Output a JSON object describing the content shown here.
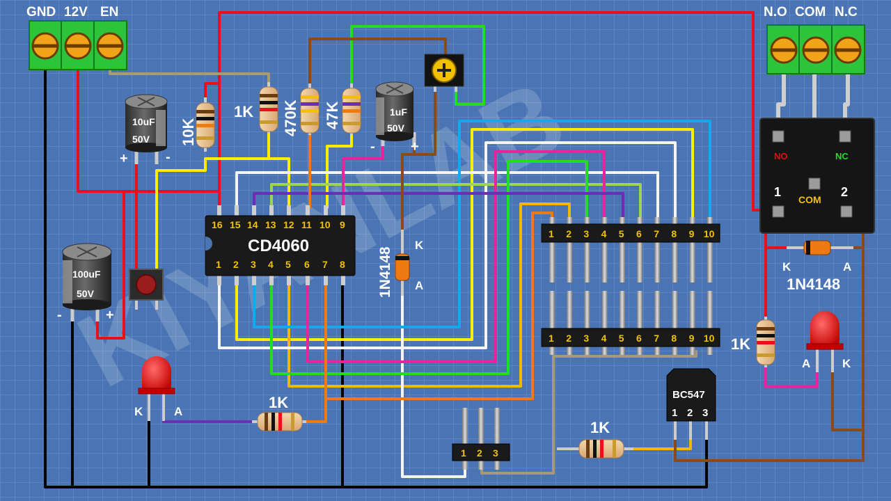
{
  "watermark": "KIYANLAB",
  "power_terminal": {
    "labels": [
      "GND",
      "12V",
      "EN"
    ]
  },
  "relay_terminal": {
    "labels": [
      "N.O",
      "COM",
      "N.C"
    ]
  },
  "relay": {
    "no": "NO",
    "com": "COM",
    "nc": "NC",
    "pin1": "1",
    "pin2": "2"
  },
  "ic": {
    "name": "CD4060",
    "top_pins": [
      "16",
      "15",
      "14",
      "13",
      "12",
      "11",
      "10",
      "9"
    ],
    "bottom_pins": [
      "1",
      "2",
      "3",
      "4",
      "5",
      "6",
      "7",
      "8"
    ]
  },
  "cap_10uf": {
    "value": "10uF",
    "voltage": "50V",
    "plus": "+",
    "minus": "-"
  },
  "cap_1uf": {
    "value": "1uF",
    "voltage": "50V",
    "plus": "+",
    "minus": "-"
  },
  "cap_100uf": {
    "value": "100uF",
    "voltage": "50V",
    "plus": "+",
    "minus": "-"
  },
  "resistors": {
    "r10k": "10K",
    "r1k_top": "1K",
    "r470k": "470K",
    "r47k": "47K",
    "r1k_led": "1K",
    "r1k_base": "1K",
    "r1k_relay_led": "1K"
  },
  "diode_mid": {
    "name": "1N4148",
    "k": "K",
    "a": "A"
  },
  "diode_relay": {
    "name": "1N4148",
    "k": "K",
    "a": "A"
  },
  "led_left": {
    "k": "K",
    "a": "A"
  },
  "led_right": {
    "a": "A",
    "k": "K"
  },
  "transistor": {
    "name": "BC547",
    "pins": [
      "1",
      "2",
      "3"
    ]
  },
  "header_top": [
    "1",
    "2",
    "3",
    "4",
    "5",
    "6",
    "7",
    "8",
    "9",
    "10"
  ],
  "header_bottom": [
    "1",
    "2",
    "3",
    "4",
    "5",
    "6",
    "7",
    "8",
    "9",
    "10"
  ],
  "jumper": [
    "1",
    "2",
    "3"
  ],
  "colors": {
    "background": "#4a74b3",
    "grid": "#6f94cc",
    "red": "#e8111b",
    "black": "#050505",
    "yellow": "#ffee00",
    "white": "#f4f4f4",
    "green": "#22dd22",
    "blue": "#14a9ee",
    "purple": "#6a2fb5",
    "pink": "#e8249a",
    "orange": "#ee7a12",
    "brown": "#8a4a1a",
    "khaki": "#a59b78",
    "terminal_green": "#2dc43c"
  }
}
